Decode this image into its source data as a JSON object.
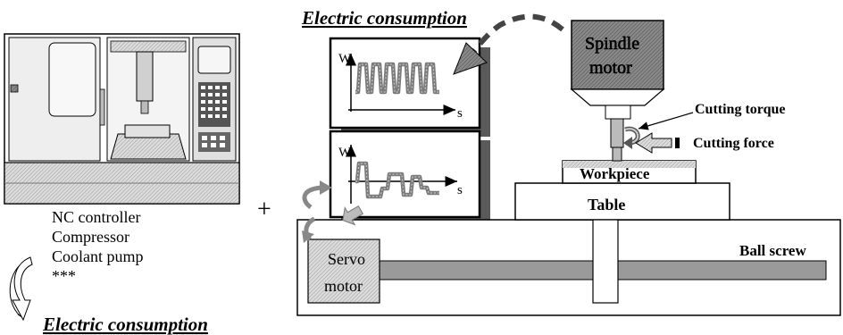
{
  "headings": {
    "top": "Electric consumption",
    "bottom": "Electric consumption"
  },
  "machine_list": [
    "NC  controller",
    "Compressor",
    "Coolant pump",
    "***"
  ],
  "plus_sign": "+",
  "graphs": {
    "top": {
      "y_axis": "W",
      "x_axis": "s"
    },
    "bottom": {
      "y_axis": "W",
      "x_axis": "s"
    }
  },
  "labels": {
    "spindle_motor": [
      "Spindle",
      "motor"
    ],
    "cutting_torque": "Cutting torque",
    "cutting_force": "Cutting force",
    "workpiece": "Workpiece",
    "table": "Table",
    "ball_screw": "Ball screw",
    "servo_motor": [
      "Servo",
      "motor"
    ]
  },
  "colors": {
    "hatch": "#c8c8c8",
    "dark_gray": "#505050",
    "mid_gray": "#8c8c8c",
    "line": "#000000"
  }
}
